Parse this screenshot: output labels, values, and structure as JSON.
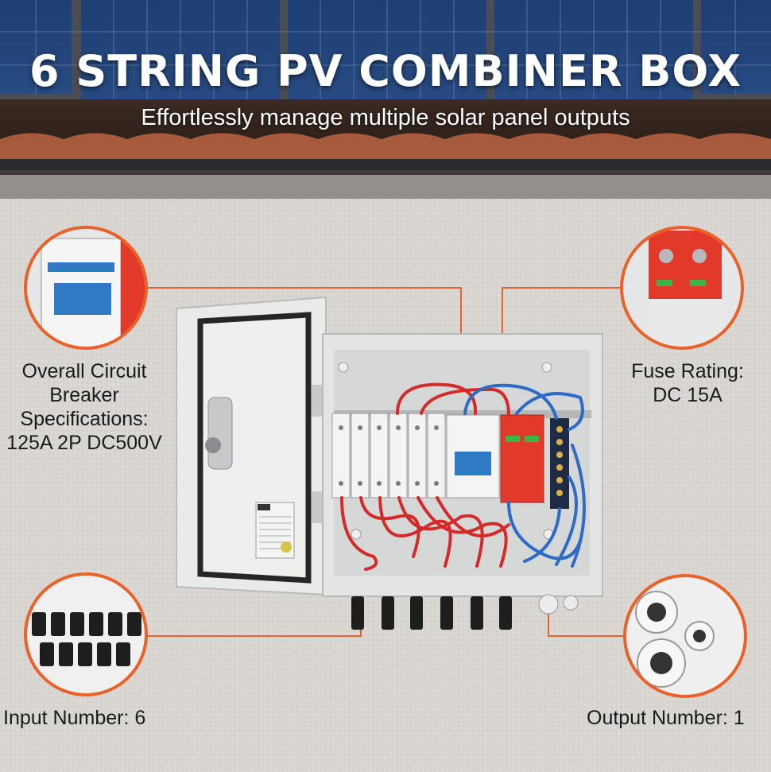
{
  "headline": {
    "title": "6 STRING PV COMBINER BOX",
    "subtitle": "Effortlessly manage multiple solar panel outputs"
  },
  "callouts": {
    "breaker": [
      "Overall Circuit",
      "Breaker",
      "Specifications:",
      "125A 2P DC500V"
    ],
    "fuse": [
      "Fuse Rating:",
      "DC 15A"
    ],
    "input": "Input Number: 6",
    "output": "Output Number: 1"
  },
  "colors": {
    "accent": "#e9622a",
    "breaker_blue": "#2f79c5",
    "spd_red": "#e23a2a",
    "enclosure": "#e6e7e6"
  }
}
